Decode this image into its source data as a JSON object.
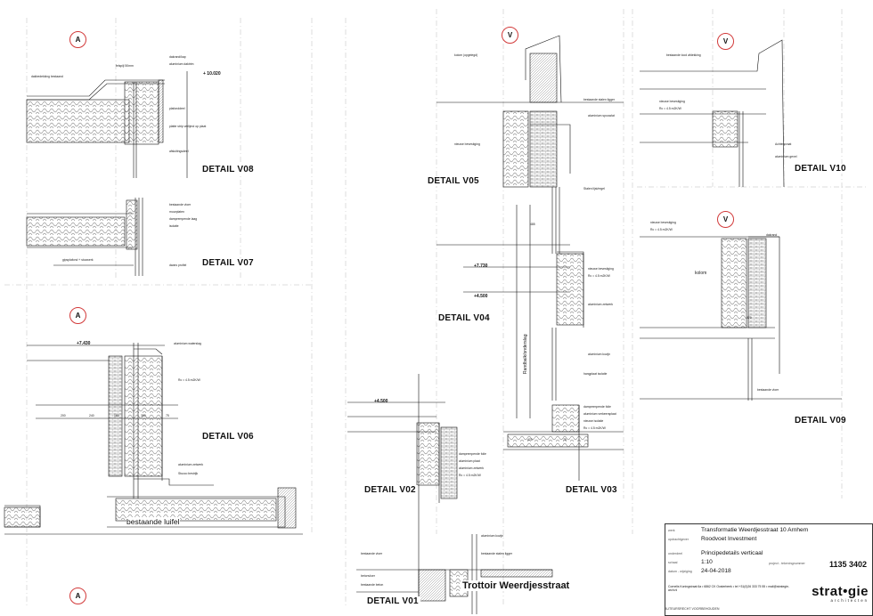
{
  "bubbles": [
    "A",
    "V",
    "V",
    "A",
    "V",
    "A"
  ],
  "details": {
    "v08": "DETAIL V08",
    "v07": "DETAIL V07",
    "v06": "DETAIL V06",
    "v05": "DETAIL V05",
    "v04": "DETAIL V04",
    "v10": "DETAIL V10",
    "v09": "DETAIL V09",
    "v02": "DETAIL V02",
    "v03": "DETAIL V03",
    "v01": "DETAIL V01"
  },
  "labels": {
    "street": "Trottoir Weerdjesstraat",
    "luifel": "bestaande luifel",
    "kolom": "kolom",
    "randbalk": "Randbalk/onderslag",
    "level_v08": "+ 10.020",
    "level_v06": "+7.430",
    "level_v04a": "+7.730",
    "level_v04b": "+4.500",
    "level_v02": "+4.500",
    "dim_v06": [
      "200",
      "240",
      "180",
      "300",
      "75"
    ],
    "dim_v05": "485",
    "dim_v03": [
      "470",
      "75"
    ],
    "dim_v09": "470"
  },
  "notes": {
    "v08": [
      "dakrand/kap",
      "aluminium daktrim",
      "felspijl 50mm",
      "dakbedekking bestaand",
      "plafonddeel",
      "platte strip verlijmd op plaat",
      "afsluitingsdeel"
    ],
    "v07": [
      "bestaande vloer",
      "muurplaten",
      "damprempende laag",
      "isolatie",
      "gipsplafond + stucwerk",
      "dwars profiel"
    ],
    "v06": [
      "aluminium waterslag",
      "Rc = 4.5 m2K/W",
      "aluminium zetwerk",
      "Stucco bestrijk"
    ],
    "v05": [
      "kolom (opgelegd)",
      "nieuwe bevestiging",
      "bestaande stalen ligger",
      "aluminium spouwlat",
      "Stalen lijst/regel"
    ],
    "v04": [
      "nieuwe bevestiging",
      "Rc = 4.5 m2K/W",
      "aluminium zetwerk",
      "aluminium kozijn",
      "hangplaat isolatie"
    ],
    "v10": [
      "bestaande lood afdekking",
      "nieuwe bevestiging",
      "Rc = 4.5 m2K/W",
      "Achtenpraat",
      "aluminium gevel"
    ],
    "v09": [
      "nieuwe bevestiging",
      "Rc = 4.5 m2K/W",
      "dakrand",
      "bestaande vloer"
    ],
    "v02": [
      "damprempende folie",
      "aluminium plaat",
      "aluminium zetwerk",
      "Rc = 4.5 m2K/W"
    ],
    "v03": [
      "damprempende folie",
      "aluminium verkeersplaat",
      "nieuwe isolatie",
      "Rc = 4.5 m2K/W"
    ],
    "v01": [
      "bestaande vloer",
      "betonvloer",
      "bestaande beton",
      "aluminium kozijn",
      "bestaande stalen ligger"
    ]
  },
  "titleblock": {
    "werk_label": "werk",
    "werk": "Transformatie Weerdjesstraat 10 Arnhem",
    "opdrachtgever_label": "opdrachtgever",
    "opdrachtgever": "Roodvoet Investment",
    "onderdeel_label": "onderdeel",
    "onderdeel": "Principedetails verticaal",
    "schaal_label": "schaal",
    "schaal": "1:10",
    "datum_label": "datum - wijziging",
    "datum": "24-04-2018",
    "project_label": "project - tekeningnummer",
    "projectnummer": "1135 3402",
    "logo": "strat•gie",
    "logo_sub": "architecten",
    "address": "Cornelis Koningstraat 6a • 6862 CK Oosterbeek • tel +31(0)26 333 75 55 • mail@strategie-arch.nl",
    "footer": "AUTEURSRECHT VOORBEHOUDEN"
  },
  "colors": {
    "line": "#111111",
    "bubble": "#d23a3a",
    "guide": "#bbbbbb"
  }
}
